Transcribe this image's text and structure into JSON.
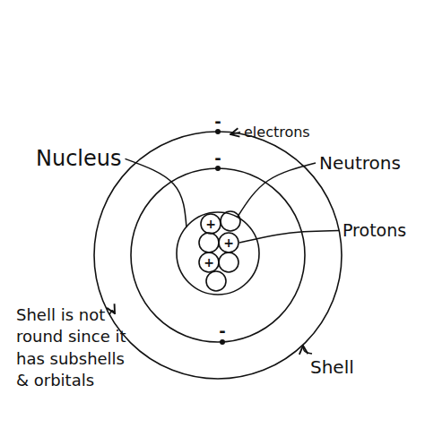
{
  "diagram": {
    "labels": [
      "electrons",
      "Nucleus",
      "Neutrons",
      "Protons",
      "Shell is not round since it has subshells & orbitals",
      "Shell",
      "+",
      "+",
      "+",
      "-",
      "-",
      "-"
    ]
  }
}
